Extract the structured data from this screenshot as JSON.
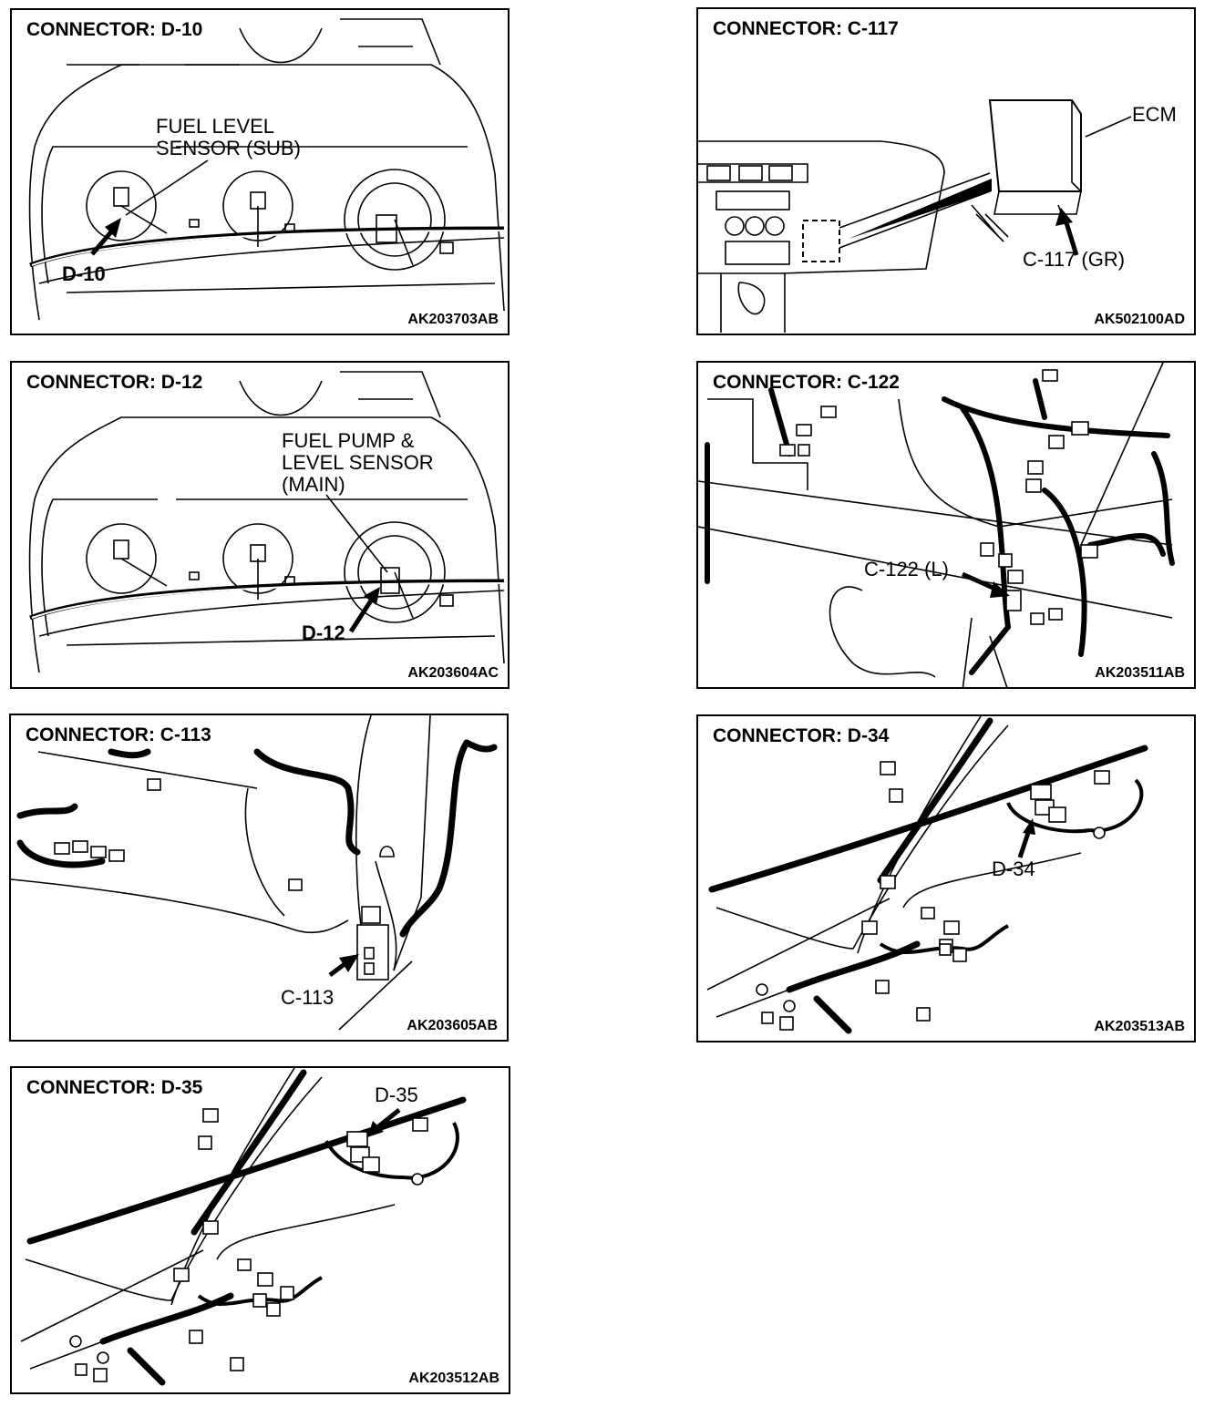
{
  "panels": [
    {
      "title": "CONNECTOR: D-10",
      "callouts": [
        "FUEL LEVEL",
        "SENSOR (SUB)",
        "D-10"
      ],
      "code": "AK203703AB"
    },
    {
      "title": "CONNECTOR: C-117",
      "callouts": [
        "ECM",
        "C-117 (GR)"
      ],
      "code": "AK502100AD"
    },
    {
      "title": "CONNECTOR: D-12",
      "callouts": [
        "FUEL PUMP &",
        "LEVEL SENSOR",
        "(MAIN)",
        "D-12"
      ],
      "code": "AK203604AC"
    },
    {
      "title": "CONNECTOR: C-122",
      "callouts": [
        "C-122 (L)"
      ],
      "code": "AK203511AB"
    },
    {
      "title": "CONNECTOR: C-113",
      "callouts": [
        "C-113"
      ],
      "code": "AK203605AB"
    },
    {
      "title": "CONNECTOR: D-34",
      "callouts": [
        "D-34"
      ],
      "code": "AK203513AB"
    },
    {
      "title": "CONNECTOR: D-35",
      "callouts": [
        "D-35"
      ],
      "code": "AK203512AB"
    }
  ],
  "icons": [
    "arrow-icon",
    "connector-icon",
    "wire-harness-icon",
    "fuel-tank-icon",
    "ecm-icon",
    "dashboard-icon"
  ]
}
